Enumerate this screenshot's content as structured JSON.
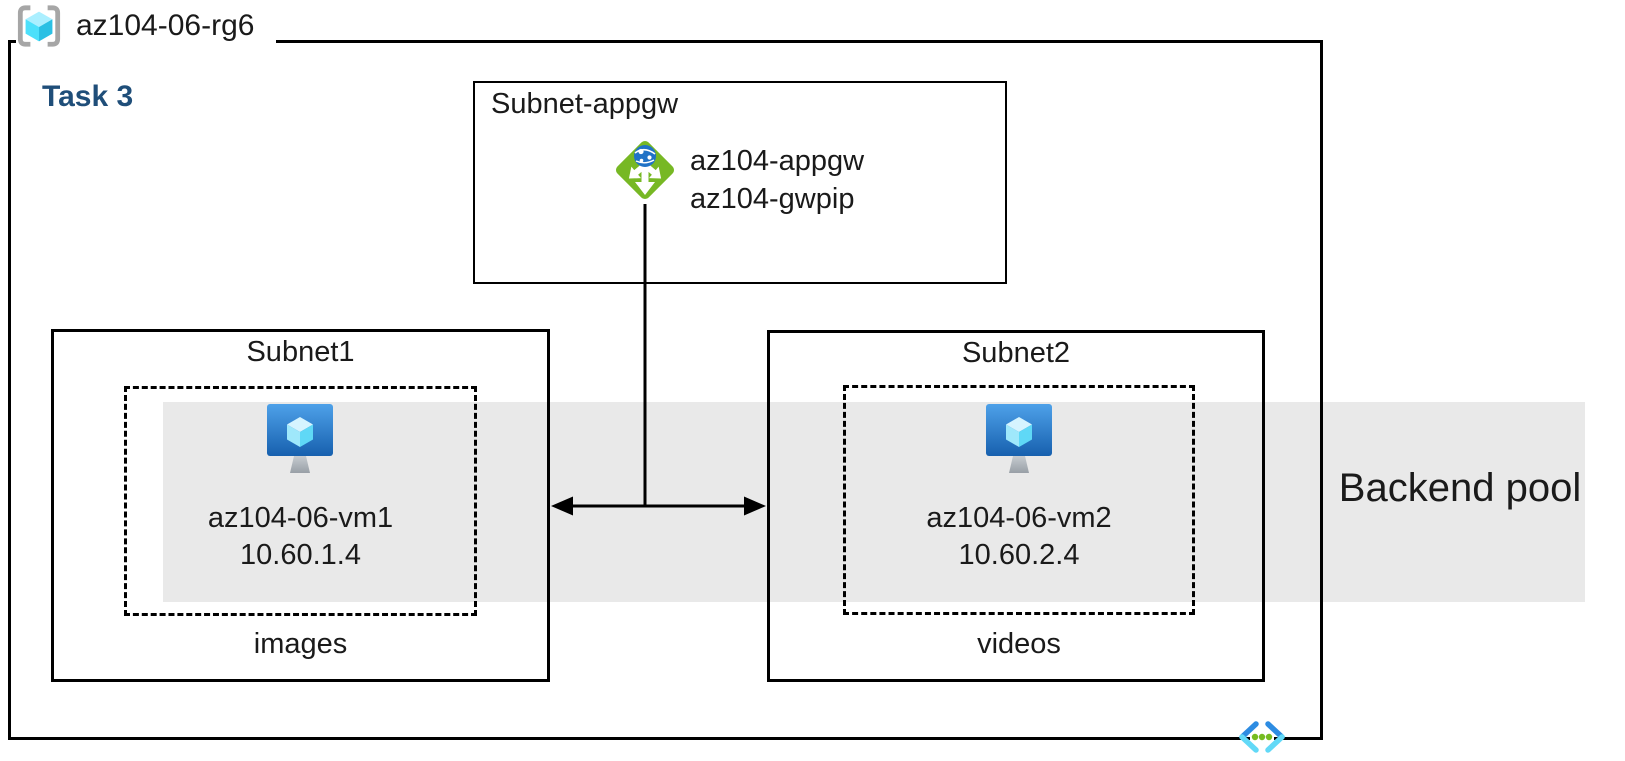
{
  "resource_group": {
    "name": "az104-06-rg6",
    "icon": "resource-group-icon"
  },
  "task": {
    "label": "Task 3"
  },
  "appgw_subnet": {
    "label": "Subnet-appgw",
    "icon": "application-gateway-icon",
    "gateway_name": "az104-appgw",
    "public_ip_name": "az104-gwpip"
  },
  "subnet1": {
    "label": "Subnet1",
    "vm": {
      "icon": "virtual-machine-icon",
      "name": "az104-06-vm1",
      "ip": "10.60.1.4"
    },
    "caption": "images"
  },
  "subnet2": {
    "label": "Subnet2",
    "vm": {
      "icon": "virtual-machine-icon",
      "name": "az104-06-vm2",
      "ip": "10.60.2.4"
    },
    "caption": "videos"
  },
  "backend_pool": {
    "label": "Backend pool"
  },
  "vnet": {
    "icon": "virtual-network-icon"
  },
  "connections": {
    "appgw_to_backend": "vertical line from application gateway down to double-headed arrow between Subnet1 and Subnet2"
  },
  "colors": {
    "line": "#000000",
    "band": "#E9E9E9",
    "task_text": "#1F4E79",
    "appgw_green": "#77B824",
    "vm_screen_top": "#4EA1E9",
    "vm_screen_bottom": "#1760AE",
    "cube_cyan": "#50E6FF",
    "vnet_blue": "#2D8CE2",
    "vnet_cyan": "#62D9F7",
    "dot_green": "#76BC21",
    "bracket_gray": "#A6A6A6"
  }
}
